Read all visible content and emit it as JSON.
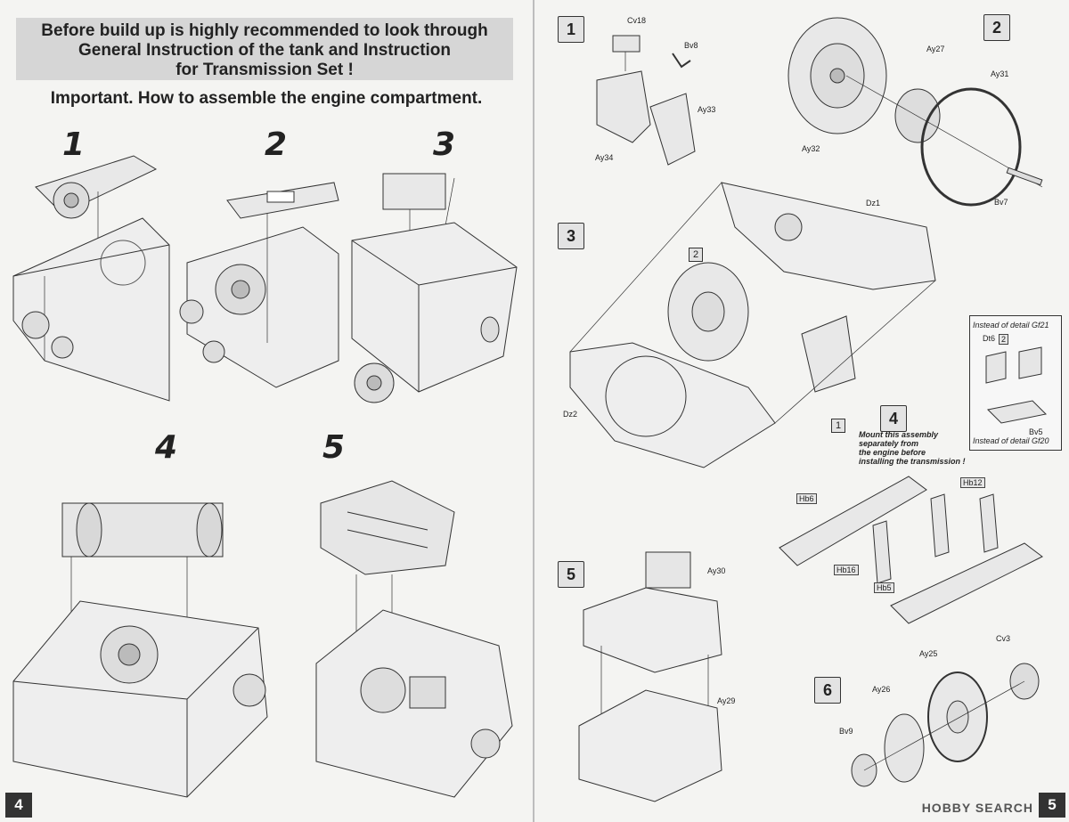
{
  "left_page": {
    "notice": [
      "Before build up is highly recommended to look through",
      "General Instruction of the tank and Instruction",
      "for Transmission Set !"
    ],
    "important": "Important. How to assemble the engine compartment.",
    "step_numbers": [
      "1",
      "2",
      "3",
      "4",
      "5"
    ],
    "page_number": "4"
  },
  "right_page": {
    "steps": [
      "1",
      "2",
      "3",
      "4",
      "5",
      "6"
    ],
    "parts": {
      "cv18": "Cv18",
      "bv8": "Bv8",
      "ay33": "Ay33",
      "ay34": "Ay34",
      "ay27": "Ay27",
      "ay31": "Ay31",
      "ay32": "Ay32",
      "bv7": "Bv7",
      "dz1": "Dz1",
      "dz2": "Dz2",
      "ay30": "Ay30",
      "ay29": "Ay29",
      "hb6": "Hb6",
      "hb12": "Hb12",
      "hb16": "Hb16",
      "hb5": "Hb5",
      "dt6": "Dt6",
      "dt6_qty": "2",
      "bv5": "Bv5",
      "ay25": "Ay25",
      "ay26": "Ay26",
      "cv3": "Cv3",
      "bv9": "Bv9"
    },
    "ref_step2": "2",
    "ref_step1": "1",
    "mount_note": [
      "Mount this assembly",
      "separately from",
      "the engine before",
      "installing the transmission !"
    ],
    "instead_gf21": "Instead of detail Gf21",
    "instead_gf20": "Instead of detail Gf20",
    "page_number": "5",
    "watermark": "HOBBY SEARCH"
  }
}
